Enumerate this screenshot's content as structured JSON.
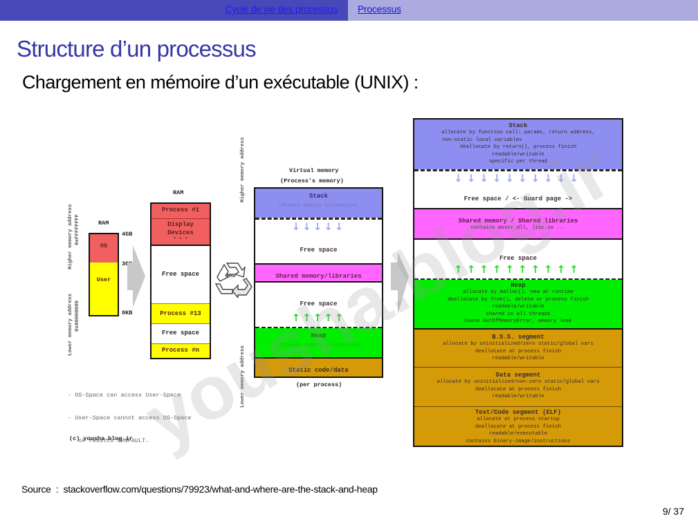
{
  "nav": {
    "section": "Cycle de vie des processus",
    "subsection": "Processus"
  },
  "slide": {
    "title": "Structure d’un processus",
    "subtitle": "Chargement en mémoire d’un exécutable (UNIX) :",
    "source_label": "Source",
    "source_separator": ":",
    "source_url": "stackoverflow.com/questions/79923/what-and-where-are-the-stack-and-heap",
    "page": "9/ 37"
  },
  "colors": {
    "nav_dark": "#4848b8",
    "nav_light": "#ababe0",
    "title": "#3535a8",
    "os_red": "#f06060",
    "user_yellow": "#ffff00",
    "stack_blue": "#8e8ef0",
    "shared_magenta": "#ff66ff",
    "heap_green": "#00ee00",
    "static_brown": "#d49a08"
  },
  "diagram": {
    "watermark": "yousha.blog.ir",
    "copyright": "(c) yousha.blog.ir",
    "left_axis": {
      "higher": "Higher memory address",
      "higher_hex": "0xFFFFFFFF",
      "lower": "Lower memory address",
      "lower_hex": "0x00000000"
    },
    "ram_small": {
      "title": "RAM",
      "os": "OS",
      "user": "User",
      "ticks": [
        "4GB",
        "3GB",
        "0KB"
      ]
    },
    "notes": [
      "- OS-Space can access User-Space",
      "- User-Space cannot access OS-Space",
      "   or results SEGFAULT."
    ],
    "ram_big": {
      "title": "RAM",
      "process1": "Process #1",
      "display": "Display",
      "devices": "Devices",
      "dots": "• • •",
      "free1": "Free space",
      "process13": "Process #13",
      "free2": "Free space",
      "processn": "Process #n"
    },
    "mmu": "MMU",
    "virtual": {
      "axis_high": "Higher memory address",
      "axis_low": "Lower memory address",
      "title1": "Virtual memory",
      "title2": "(Process’s memory)",
      "stack": "Stack",
      "stack_sub": "(Static memory allocation)",
      "free1": "Free space",
      "shared": "Shared memory/libraries",
      "free2": "Free space",
      "heap": "Heap",
      "heap_sub": "(Dynamic memory allocation)",
      "static": "Static code/data",
      "caption": "(per process)"
    },
    "detail": {
      "stack": {
        "title": "Stack",
        "lines": [
          "allocate by function call: params, return address,",
          "non-static local variables",
          "deallocate by return(), process finish",
          "readable/writable",
          "specific per thread"
        ]
      },
      "guard": "Free space / <- Guard page ->",
      "shared": {
        "title": "Shared memory / Shared libraries",
        "lines": [
          "contains msvcr.dll, libc.so ..."
        ]
      },
      "free": "Free space",
      "heap": {
        "title": "Heap",
        "lines": [
          "allocate by malloc(), new at runtime",
          "deallocate by free(), delete or process finish",
          "readable/writable",
          "shared in all threads",
          "Cause OutOfMemoryError, memory leak"
        ]
      },
      "bss": {
        "title": "B.S.S. segment",
        "lines": [
          "allocate by uninitialized/zero static/global vars",
          "deallocate at process finish",
          "readable/writable"
        ]
      },
      "data": {
        "title": "Data segment",
        "lines": [
          "allocate by uninitialized/non-zero static/global vars",
          "deallocate at process finish",
          "readable/writable"
        ]
      },
      "text": {
        "title": "Text/Code segment (ELF)",
        "lines": [
          "allocate at process startup",
          "deallocate at process finish",
          "readable/executable",
          "contains binary-image/instructions"
        ]
      }
    }
  }
}
